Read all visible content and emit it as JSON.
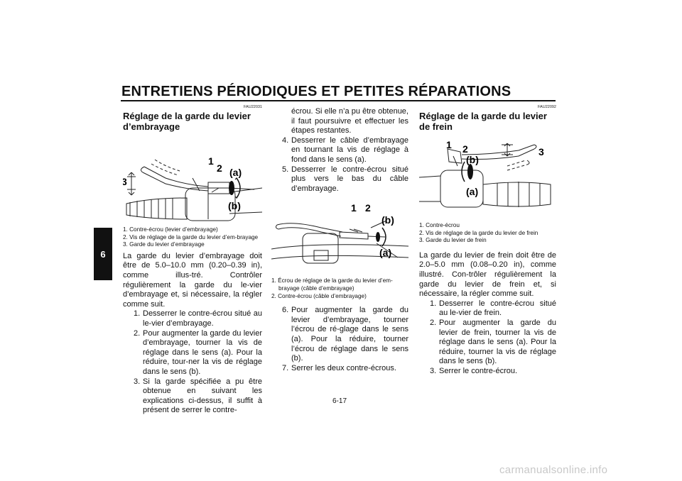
{
  "header": {
    "title": "ENTRETIENS PÉRIODIQUES ET PETITES RÉPARATIONS",
    "section_tab": "6"
  },
  "left": {
    "code": "FAU22031",
    "heading": "Réglage de la garde du levier d’embrayage",
    "figure_labels": {
      "l1": "1",
      "l2": "2",
      "l3": "3",
      "la": "(a)",
      "lb": "(b)"
    },
    "captions": [
      "1. Contre-écrou (levier d’embrayage)",
      "2. Vis de réglage de la garde du levier d’em-brayage",
      "3. Garde du levier d’embrayage"
    ],
    "paragraph": "La garde du levier d’embrayage doit être de 5.0–10.0 mm (0.20–0.39 in), comme illus-tré. Contrôler régulièrement la garde du le-vier d’embrayage et, si nécessaire, la régler comme suit.",
    "steps": [
      {
        "n": "1.",
        "text": "Desserrer le contre-écrou situé au le-vier d’embrayage."
      },
      {
        "n": "2.",
        "text": "Pour augmenter la garde du levier d’embrayage, tourner la vis de réglage dans le sens (a). Pour la réduire, tour-ner la vis de réglage dans le sens (b)."
      },
      {
        "n": "3.",
        "text": "Si la garde spécifiée a pu être obtenue en suivant les explications ci-dessus, il suffit à présent de serrer le contre-"
      }
    ]
  },
  "middle": {
    "continuation": "écrou. Si elle n’a pu être obtenue, il faut poursuivre et effectuer les étapes restantes.",
    "steps_a": [
      {
        "n": "4.",
        "text": "Desserrer le câble d’embrayage en tournant la vis de réglage à fond dans le sens (a)."
      },
      {
        "n": "5.",
        "text": "Desserrer le contre-écrou situé plus vers le bas du câble d’embrayage."
      }
    ],
    "figure_labels": {
      "l1": "1",
      "l2": "2",
      "la": "(a)",
      "lb": "(b)"
    },
    "captions": [
      "1. Écrou de réglage de la garde du levier d’em-brayage (câble d’embrayage)",
      "2. Contre-écrou (câble d’embrayage)"
    ],
    "steps_b": [
      {
        "n": "6.",
        "text": "Pour augmenter la garde du levier d’embrayage, tourner l’écrou de ré-glage dans le sens (a). Pour la réduire, tourner l’écrou de réglage dans le sens (b)."
      },
      {
        "n": "7.",
        "text": "Serrer les deux contre-écrous."
      }
    ]
  },
  "right": {
    "code": "FAU22092",
    "heading": "Réglage de la garde du levier de frein",
    "figure_labels": {
      "l1": "1",
      "l2": "2",
      "l3": "3",
      "la": "(a)",
      "lb": "(b)"
    },
    "captions": [
      "1. Contre-écrou",
      "2. Vis de réglage de la garde du levier de frein",
      "3. Garde du levier de frein"
    ],
    "paragraph": "La garde du levier de frein doit être de 2.0–5.0 mm (0.08–0.20 in), comme illustré. Con-trôler régulièrement la garde du levier de frein et, si nécessaire, la régler comme suit.",
    "steps": [
      {
        "n": "1.",
        "text": "Desserrer le contre-écrou situé au le-vier de frein."
      },
      {
        "n": "2.",
        "text": "Pour augmenter la garde du levier de frein, tourner la vis de réglage dans le sens (a). Pour la réduire, tourner la vis de réglage dans le sens (b)."
      },
      {
        "n": "3.",
        "text": "Serrer le contre-écrou."
      }
    ]
  },
  "footer": {
    "page_number": "6-17"
  },
  "watermark": "carmanualsonline.info"
}
